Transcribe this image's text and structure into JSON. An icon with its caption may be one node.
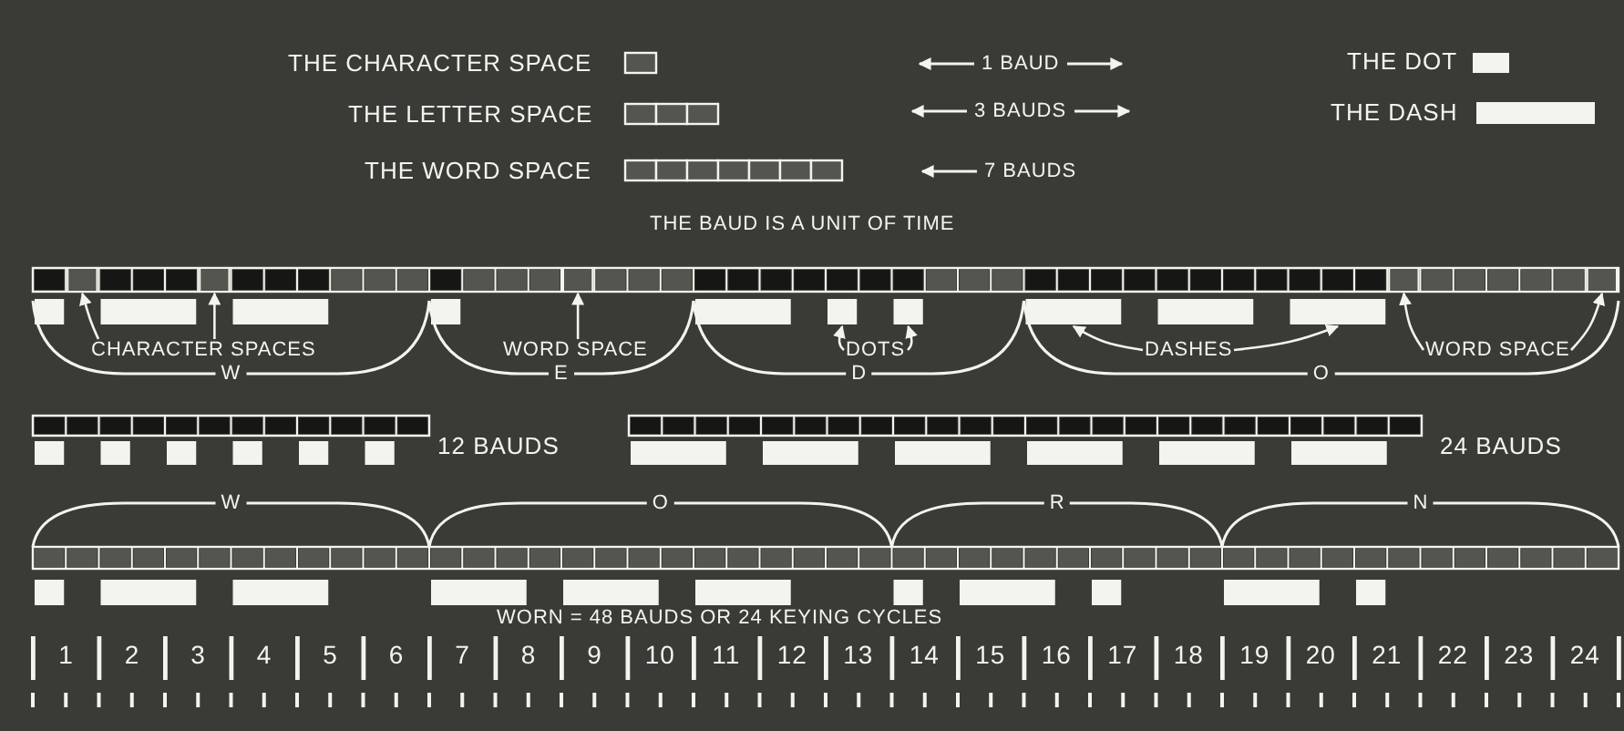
{
  "diagram": {
    "nodes": [
      {
        "text": [
          "CHARACTER SPACES"
        ]
      },
      {
        "text": [
          "WORD SPACE"
        ]
      },
      {
        "text": [
          "DOTS"
        ]
      },
      {
        "text": [
          "DASHES"
        ]
      },
      {
        "text": [
          "WORD SPACE"
        ]
      },
      {
        "text": [],
        "shape": "box"
      },
      {
        "text": [],
        "shape": "box"
      },
      {
        "text": [],
        "shape": "box"
      },
      {
        "text": [],
        "shape": "box"
      },
      {
        "text": [],
        "shape": "box"
      },
      {
        "text": [],
        "shape": "bar"
      },
      {
        "text": [],
        "shape": "bar"
      },
      {
        "text": [],
        "shape": "bar"
      },
      {
        "text": [],
        "shape": "bar"
      },
      {
        "text": [],
        "shape": "bar"
      },
      {
        "text": [],
        "shape": "bar"
      },
      {
        "text": [],
        "shape": "bar"
      },
      {
        "text": [],
        "shape": "bar"
      },
      {
        "text": [],
        "shape": "bar"
      },
      {
        "text": [],
        "shape": "bar"
      },
      {
        "text": [],
        "shape": "bar"
      },
      {
        "text": [],
        "shape": "bar"
      },
      {
        "text": [],
        "shape": "bar"
      },
      {
        "text": [],
        "shape": "bar"
      },
      {
        "text": [],
        "shape": "bar"
      },
      {
        "text": [],
        "shape": "bar"
      },
      {
        "text": [],
        "shape": "bar"
      },
      {
        "text": [],
        "shape": "bar"
      },
      {
        "text": [],
        "shape": "bar"
      },
      {
        "text": [],
        "shape": "bar"
      },
      {
        "text": [],
        "shape": "bar"
      },
      {
        "text": [],
        "shape": "bar"
      },
      {
        "text": [],
        "shape": "bar"
      },
      {
        "text": [],
        "shape": "bar"
      },
      {
        "text": [],
        "shape": "bar"
      },
      {
        "text": [],
        "shape": "bar"
      },
      {
        "text": [],
        "shape": "bar"
      },
      {
        "text": [],
        "shape": "bar"
      },
      {
        "text": [],
        "shape": "bar"
      },
      {
        "text": [],
        "shape": "bar"
      },
      {
        "text": [],
        "shape": "bar"
      },
      {
        "text": [],
        "shape": "bar"
      },
      {
        "text": [],
        "shape": "bar"
      }
    ],
    "edges": [
      {
        "from": 0,
        "to": 5,
        "arrow": "to"
      },
      {
        "from": 0,
        "to": 6,
        "arrow": "to"
      },
      {
        "from": 1,
        "to": 7,
        "arrow": "to"
      },
      {
        "from": 2,
        "to": 15,
        "arrow": "to"
      },
      {
        "from": 2,
        "to": 16,
        "arrow": "to"
      },
      {
        "from": 3,
        "to": 17,
        "arrow": "to"
      },
      {
        "from": 3,
        "to": 19,
        "arrow": "to"
      },
      {
        "from": 4,
        "to": 8,
        "arrow": "to"
      },
      {
        "from": 4,
        "to": 9,
        "arrow": "to"
      }
    ],
    "labels": [
      "THE CHARACTER SPACE",
      "1 BAUD",
      "THE DOT",
      "THE LETTER SPACE",
      "3 BAUDS",
      "THE DASH",
      "THE WORD SPACE",
      "7 BAUDS",
      "THE BAUD IS A UNIT OF TIME",
      "W",
      "E",
      "D",
      "O",
      "12 BAUDS",
      "24 BAUDS",
      "W",
      "O",
      "R",
      "N",
      "WORN = 48 BAUDS OR 24 KEYING CYCLES",
      "1",
      "2",
      "3",
      "4",
      "5",
      "6",
      "7",
      "8",
      "9",
      "10",
      "11",
      "12",
      "13",
      "14",
      "15",
      "16",
      "17",
      "18",
      "19",
      "20",
      "21",
      "22",
      "23",
      "24"
    ]
  }
}
